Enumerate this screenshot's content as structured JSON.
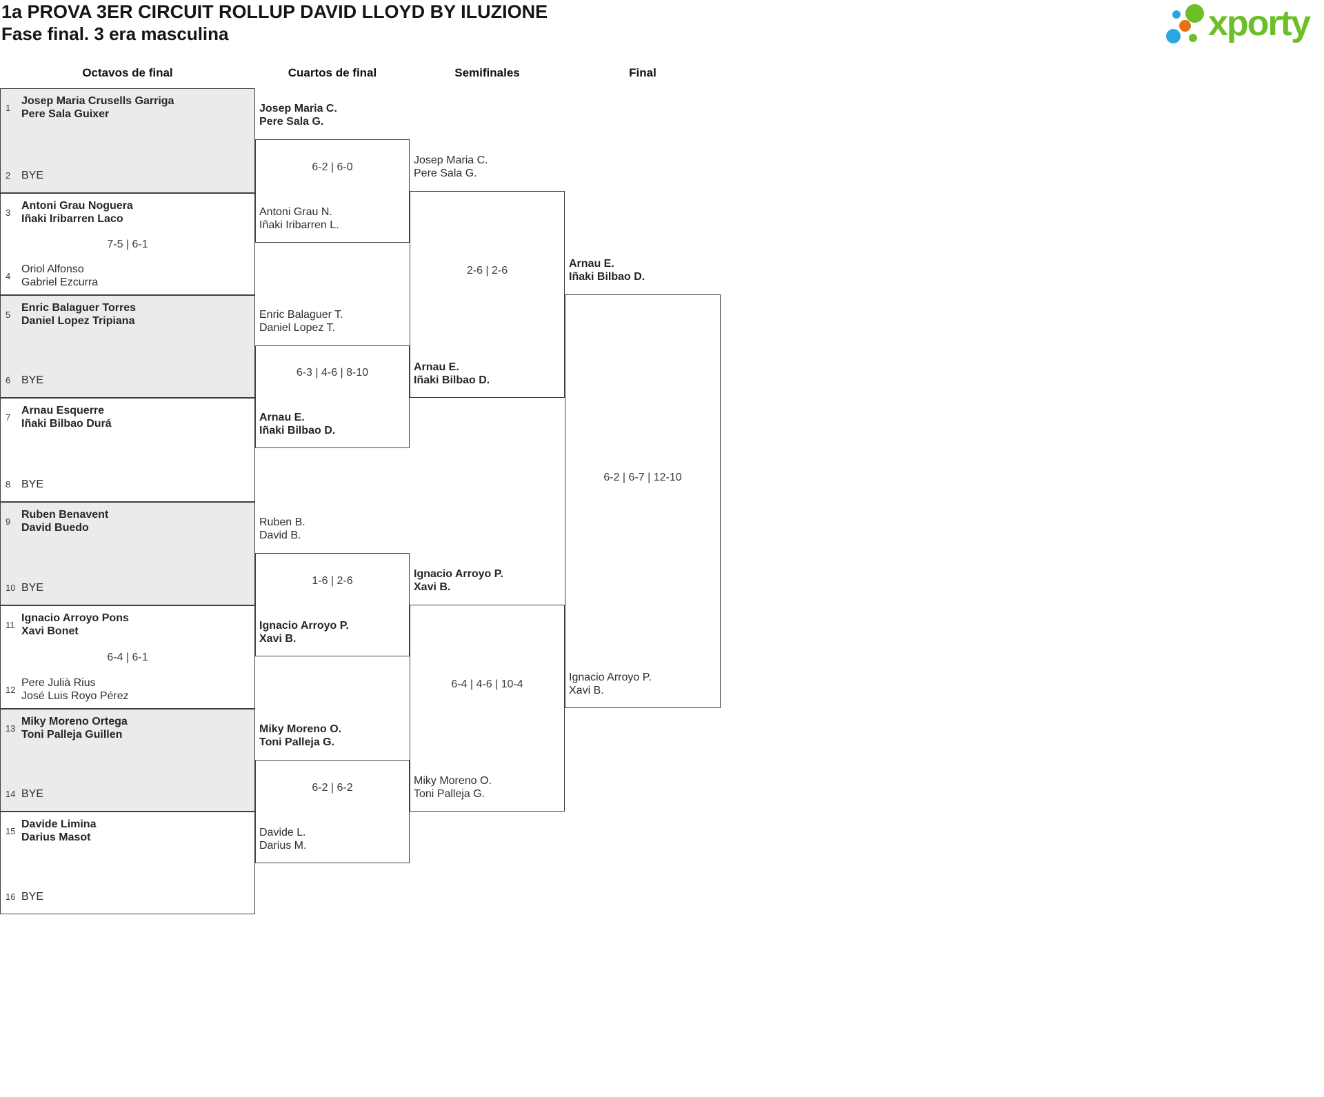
{
  "page": {
    "title": "1a PROVA 3ER CIRCUIT ROLLUP DAVID LLOYD BY ILUZIONE",
    "subtitle": "Fase final. 3 era masculina"
  },
  "logo": {
    "text": "xporty"
  },
  "colors": {
    "logo_green": "#6cbf27",
    "logo_blue": "#29a8e0",
    "logo_orange": "#e87211",
    "bye_box_fill": "#ebebeb",
    "line_border": "#3f3f3f"
  },
  "round_headers": [
    "Octavos de final",
    "Cuartos de final",
    "Semifinales",
    "Final"
  ],
  "bracket": {
    "octavos": [
      {
        "seed_top": "1",
        "top1": "Josep Maria Crusells Garriga",
        "top2": "Pere Sala Guixer",
        "winner": "top",
        "score": "",
        "seed_bottom": "2",
        "bot1": "BYE",
        "bot2": ""
      },
      {
        "seed_top": "3",
        "top1": "Antoni Grau Noguera",
        "top2": "Iñaki Iribarren Laco",
        "winner": "top",
        "score": "7-5 | 6-1",
        "seed_bottom": "4",
        "bot1": "Oriol Alfonso",
        "bot2": "Gabriel Ezcurra"
      },
      {
        "seed_top": "5",
        "top1": "Enric Balaguer Torres",
        "top2": "Daniel Lopez Tripiana",
        "winner": "top",
        "score": "",
        "seed_bottom": "6",
        "bot1": "BYE",
        "bot2": ""
      },
      {
        "seed_top": "7",
        "top1": "Arnau Esquerre",
        "top2": "Iñaki Bilbao Durá",
        "winner": "top",
        "score": "",
        "seed_bottom": "8",
        "bot1": "BYE",
        "bot2": ""
      },
      {
        "seed_top": "9",
        "top1": "Ruben Benavent",
        "top2": "David Buedo",
        "winner": "top",
        "score": "",
        "seed_bottom": "10",
        "bot1": "BYE",
        "bot2": ""
      },
      {
        "seed_top": "11",
        "top1": "Ignacio Arroyo Pons",
        "top2": "Xavi Bonet",
        "winner": "top",
        "score": "6-4 | 6-1",
        "seed_bottom": "12",
        "bot1": "Pere Julià Rius",
        "bot2": "José Luis Royo Pérez"
      },
      {
        "seed_top": "13",
        "top1": "Miky Moreno Ortega",
        "top2": "Toni Palleja Guillen",
        "winner": "top",
        "score": "",
        "seed_bottom": "14",
        "bot1": "BYE",
        "bot2": ""
      },
      {
        "seed_top": "15",
        "top1": "Davide Limina",
        "top2": "Darius Masot",
        "winner": "top",
        "score": "",
        "seed_bottom": "16",
        "bot1": "BYE",
        "bot2": ""
      }
    ],
    "cuartos": [
      {
        "top1": "Josep Maria C.",
        "top2": "Pere Sala G.",
        "score": "6-2 | 6-0",
        "bot1": "Antoni Grau N.",
        "bot2": "Iñaki Iribarren L.",
        "winner": "top"
      },
      {
        "top1": "Enric Balaguer T.",
        "top2": "Daniel Lopez T.",
        "score": "6-3 | 4-6 | 8-10",
        "bot1": "Arnau E.",
        "bot2": "Iñaki Bilbao D.",
        "winner": "bottom"
      },
      {
        "top1": "Ruben B.",
        "top2": "David B.",
        "score": "1-6 | 2-6",
        "bot1": "Ignacio Arroyo P.",
        "bot2": "Xavi B.",
        "winner": "bottom"
      },
      {
        "top1": "Miky Moreno O.",
        "top2": "Toni Palleja G.",
        "score": "6-2 | 6-2",
        "bot1": "Davide L.",
        "bot2": "Darius M.",
        "winner": "top"
      }
    ],
    "semifinales": [
      {
        "top1": "Josep Maria C.",
        "top2": "Pere Sala G.",
        "score": "2-6 | 2-6",
        "bot1": "Arnau E.",
        "bot2": "Iñaki Bilbao D.",
        "winner": "bottom"
      },
      {
        "top1": "Ignacio Arroyo P.",
        "top2": "Xavi B.",
        "score": "6-4 | 4-6 | 10-4",
        "bot1": "Miky Moreno O.",
        "bot2": "Toni Palleja G.",
        "winner": "top"
      }
    ],
    "final": {
      "top1": "Arnau E.",
      "top2": "Iñaki Bilbao D.",
      "score": "6-2 | 6-7 | 12-10",
      "bot1": "Ignacio Arroyo P.",
      "bot2": "Xavi B.",
      "winner": "top"
    }
  }
}
